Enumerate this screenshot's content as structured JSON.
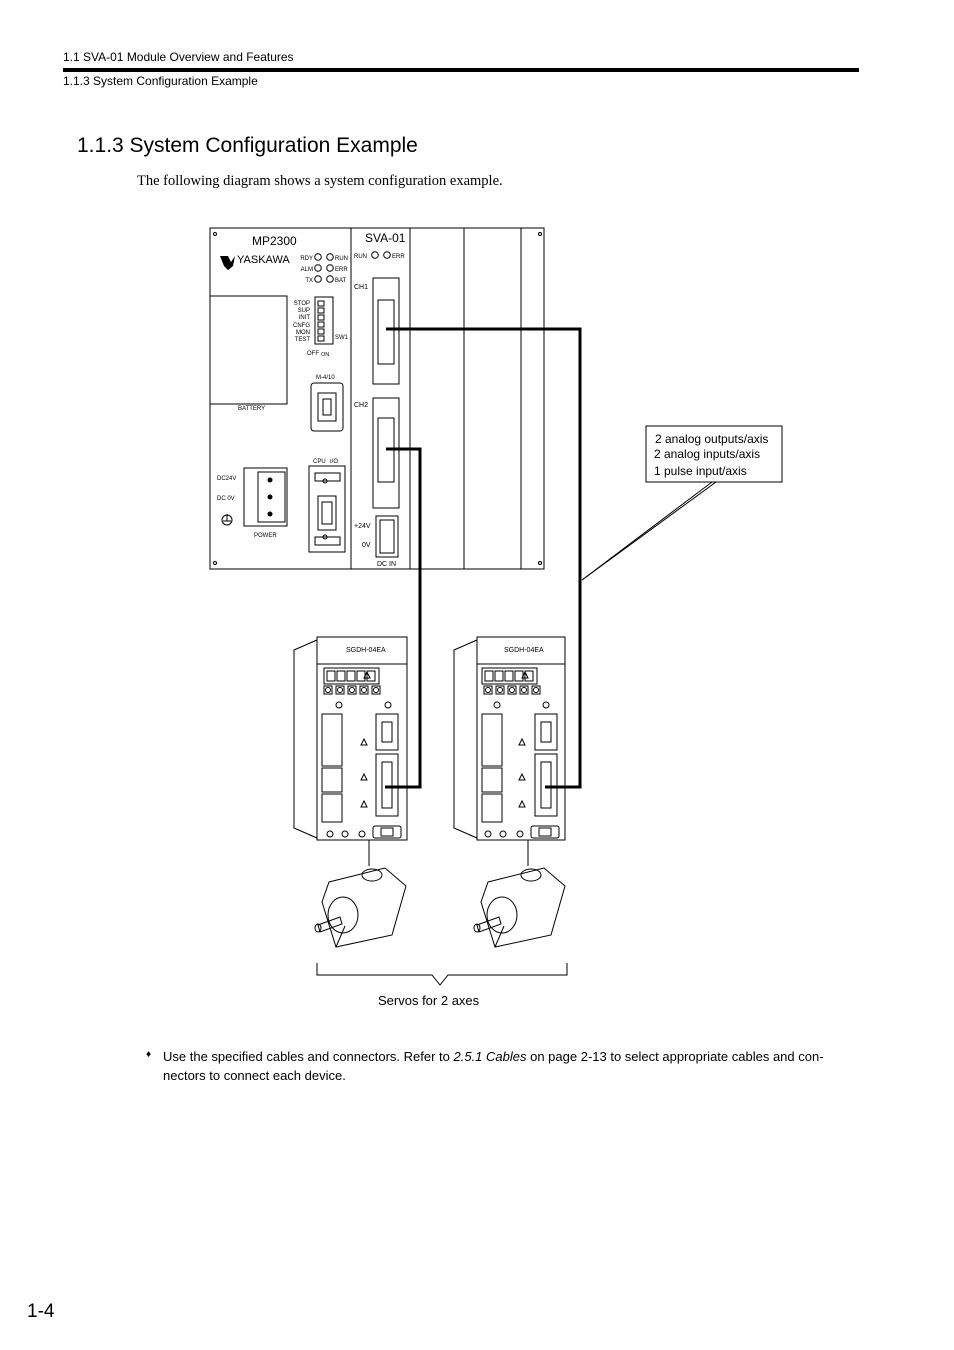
{
  "header": {
    "section": "1.1  SVA-01 Module Overview and Features",
    "subsection": "1.1.3  System Configuration Example"
  },
  "title": "1.1.3  System Configuration Example",
  "intro": "The following diagram shows a system configuration example.",
  "diagram": {
    "mp2300": {
      "model": "MP2300",
      "brand": "YASKAWA",
      "leds_left": [
        "RDY",
        "ALM",
        "TX"
      ],
      "leds_right": [
        "RUN",
        "ERR",
        "BAT"
      ],
      "switch_labels": [
        "STOP",
        "SUP",
        "INIT",
        "CNFG",
        "MON",
        "TEST"
      ],
      "switch_name": "SW1",
      "switch_off": "OFF",
      "switch_on": "ON",
      "battery": "BATTERY",
      "m_port": "M-4/10",
      "cpu": "CPU",
      "io": "I/O",
      "dc24v": "DC24V",
      "dc0v": "DC  0V",
      "power": "POWER"
    },
    "sva01": {
      "model": "SVA-01",
      "run": "RUN",
      "err": "ERR",
      "ch1": "CH1",
      "ch2": "CH2",
      "plus24v": "+24V",
      "zero_v": "0V",
      "dc_in": "DC IN"
    },
    "callout": [
      "2 analog outputs/axis",
      "2 analog inputs/axis",
      "1 pulse input/axis"
    ],
    "amp1": "SGDH-04EA",
    "amp2": "SGDH-04EA",
    "servo_caption": "Servos for 2 axes"
  },
  "note": {
    "bullet": "♦",
    "before": "Use the specified cables and connectors. Refer to ",
    "ref_italic": "2.5.1 Cables",
    "after": " on page 2-13 to select appropriate cables and con-nectors to connect each device."
  },
  "page_number": "1-4"
}
